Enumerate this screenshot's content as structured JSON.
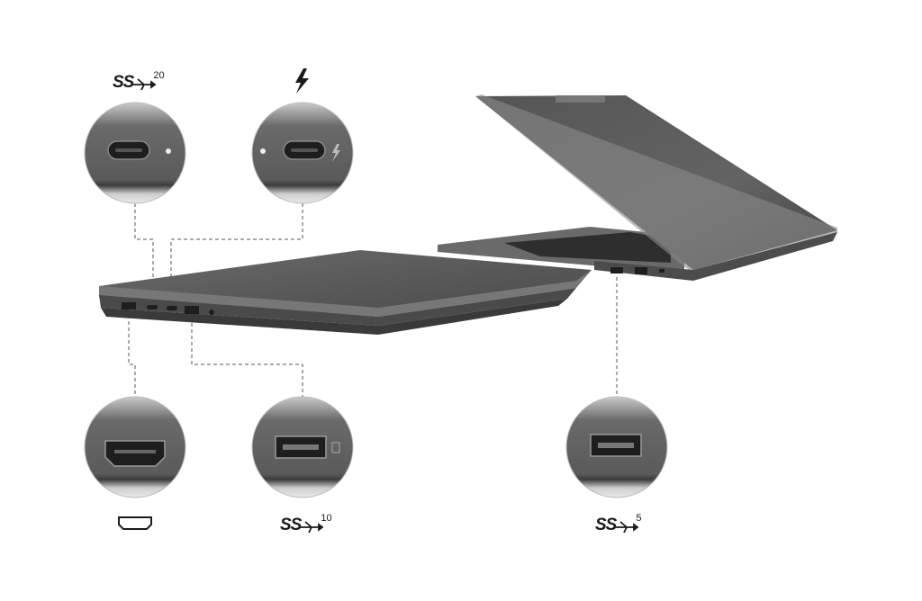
{
  "labels": {
    "usb_c_20": {
      "icon": "superspeed-usb-icon",
      "prefix": "SS",
      "speed": "20"
    },
    "thunderbolt": {
      "icon": "thunderbolt-icon"
    },
    "hdmi": {
      "icon": "hdmi-icon"
    },
    "usb_a_10": {
      "icon": "superspeed-usb-icon",
      "prefix": "SS",
      "speed": "10"
    },
    "usb_a_5": {
      "icon": "superspeed-usb-icon",
      "prefix": "SS",
      "speed": "5"
    }
  },
  "colors": {
    "chassis": "#5e5e5e",
    "chassis_dark": "#3f3f3f",
    "chassis_light": "#8a8a8a",
    "port_fill": "#1e1e1e",
    "leader_line": "#555555"
  }
}
